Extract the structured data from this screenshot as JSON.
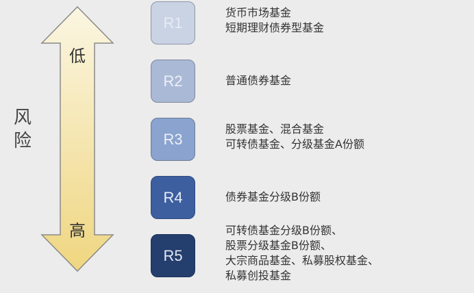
{
  "axis": {
    "label_line1": "风",
    "label_line2": "险",
    "top_label": "低",
    "bottom_label": "高"
  },
  "levels": [
    {
      "code": "R1",
      "bg": "#c9d3e4",
      "border": "#8d96a6",
      "text_color": "#e8ecf3",
      "lines": [
        "货币市场基金",
        "短期理财债券型基金"
      ]
    },
    {
      "code": "R2",
      "bg": "#aab9d6",
      "border": "#7c879c",
      "text_color": "#eef1f7",
      "lines": [
        "普通债券基金"
      ]
    },
    {
      "code": "R3",
      "bg": "#8aa3cf",
      "border": "#6d7a93",
      "text_color": "#eef1f7",
      "lines": [
        "股票基金、混合基金",
        "可转债基金、分级基金A份额"
      ]
    },
    {
      "code": "R4",
      "bg": "#3d5fa0",
      "border": "#2f4a80",
      "text_color": "#e9eef7",
      "lines": [
        "债券基金分级B份额"
      ]
    },
    {
      "code": "R5",
      "bg": "#243f6e",
      "border": "#1b3058",
      "text_color": "#e3e8f1",
      "lines": [
        "可转债基金分级B份额、",
        "股票分级基金B份额、",
        "大宗商品基金、私募股权基金、",
        "私募创投基金"
      ]
    }
  ]
}
